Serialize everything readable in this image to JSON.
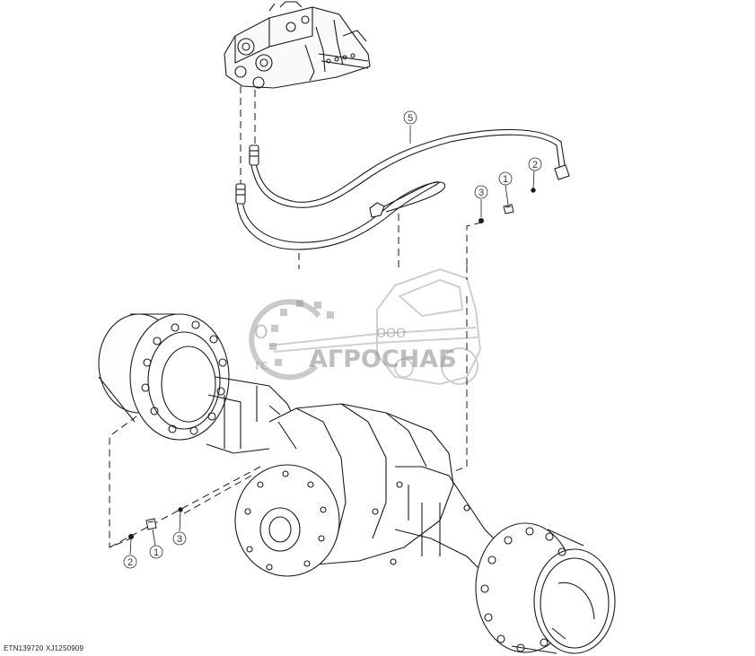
{
  "callouts": [
    {
      "id": "c5",
      "label": "5"
    },
    {
      "id": "c3a",
      "label": "3"
    },
    {
      "id": "c1a",
      "label": "1"
    },
    {
      "id": "c2a",
      "label": "2"
    },
    {
      "id": "c2b",
      "label": "2"
    },
    {
      "id": "c1b",
      "label": "1"
    },
    {
      "id": "c3b",
      "label": "3"
    }
  ],
  "watermark": {
    "company_prefix": "ООО",
    "company_name": "АГРОСНАБ",
    "partial_left_top": "О",
    "partial_left_bottom": "rc"
  },
  "reference_code": "ETN139720  XJ1250909",
  "colors": {
    "line": "#1a1a1a",
    "watermark": "#8a8a8a"
  }
}
